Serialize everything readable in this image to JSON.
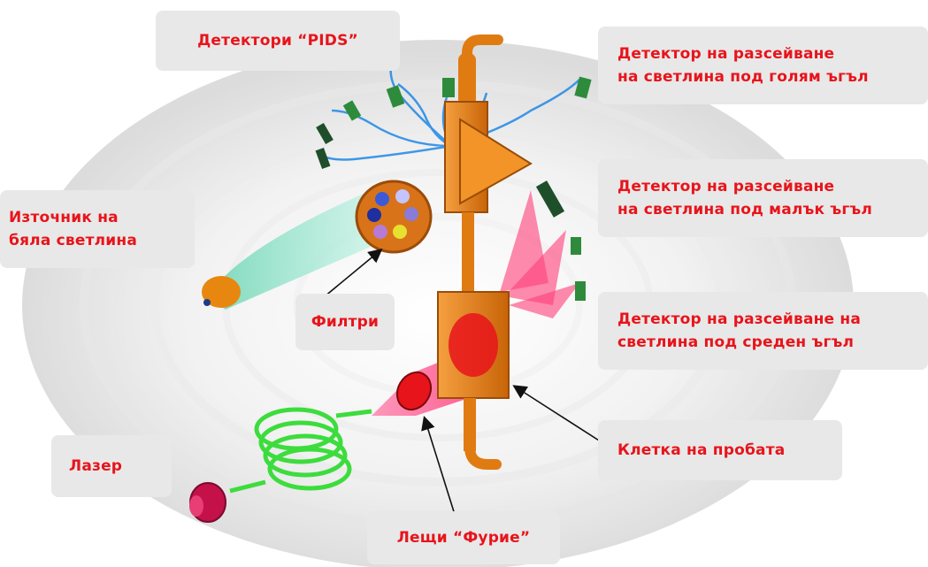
{
  "colors": {
    "label_text": "#e8141b",
    "label_bg": "#e8e8e8",
    "sample_cell": "#e07b12",
    "laser_coil": "#3ddc3d",
    "laser_beam": "#f0407a",
    "white_light_beam": "#8fe3c8",
    "scatter_wave": "#1e88e5",
    "detector": "#2e8b3c"
  },
  "labels": {
    "pids": "Детектори “PIDS”",
    "high_angle": [
      "Детектор на разсейване",
      "на светлина под голям ъгъл"
    ],
    "low_angle": [
      "Детектор на разсейване",
      "на светлина под малък ъгъл"
    ],
    "mid_angle": [
      "Детектор на разсейване на",
      "светлина под среден ъгъл"
    ],
    "white_light": [
      "Източник на",
      "бяла светлина"
    ],
    "filters": "Филтри",
    "sample_cell": "Клетка на пробата",
    "laser": "Лазер",
    "fourier_lens": "Лещи “Фурие”"
  },
  "icons": {
    "laser_source": "laser-source-icon",
    "coil": "laser-coil-icon",
    "lamp": "white-light-lamp-icon",
    "filter_wheel": "filter-wheel-icon",
    "cell": "sample-cell-icon",
    "detectors": "detector-icon"
  }
}
